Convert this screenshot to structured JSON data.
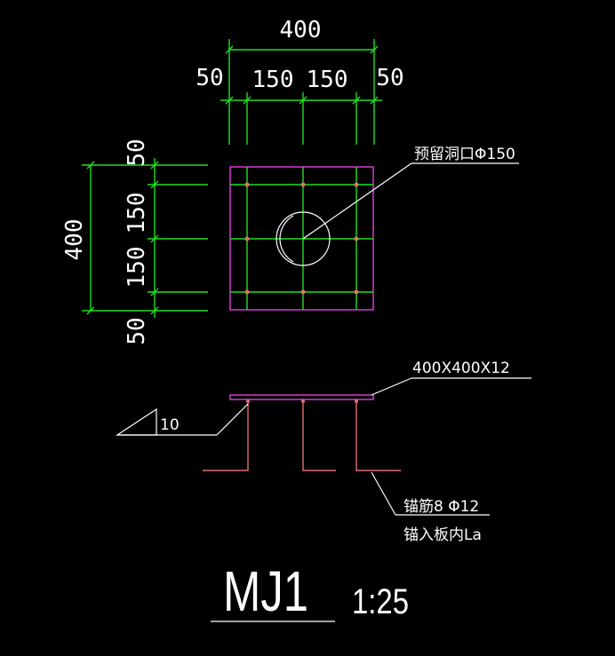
{
  "drawing": {
    "dims_top": {
      "total": "400",
      "left_edge": "50",
      "mid_a": "150",
      "mid_b": "150",
      "right_edge": "50"
    },
    "dims_left": {
      "total": "400",
      "top_edge": "50",
      "mid_a": "150",
      "mid_b": "150",
      "bottom_edge": "50"
    },
    "hole_note": "预留洞口Φ150",
    "plate_note": "400X400X12",
    "weld_size": "10",
    "rebar_note_line1": "锚筋8 Φ12",
    "rebar_note_line2": "锚入板内La",
    "title": "MJ1",
    "scale": "1:25"
  },
  "colors": {
    "background": "#000000",
    "dimension": "#20e020",
    "plate": "#e040e0",
    "rebar": "#e07070",
    "text": "#ffffff"
  }
}
